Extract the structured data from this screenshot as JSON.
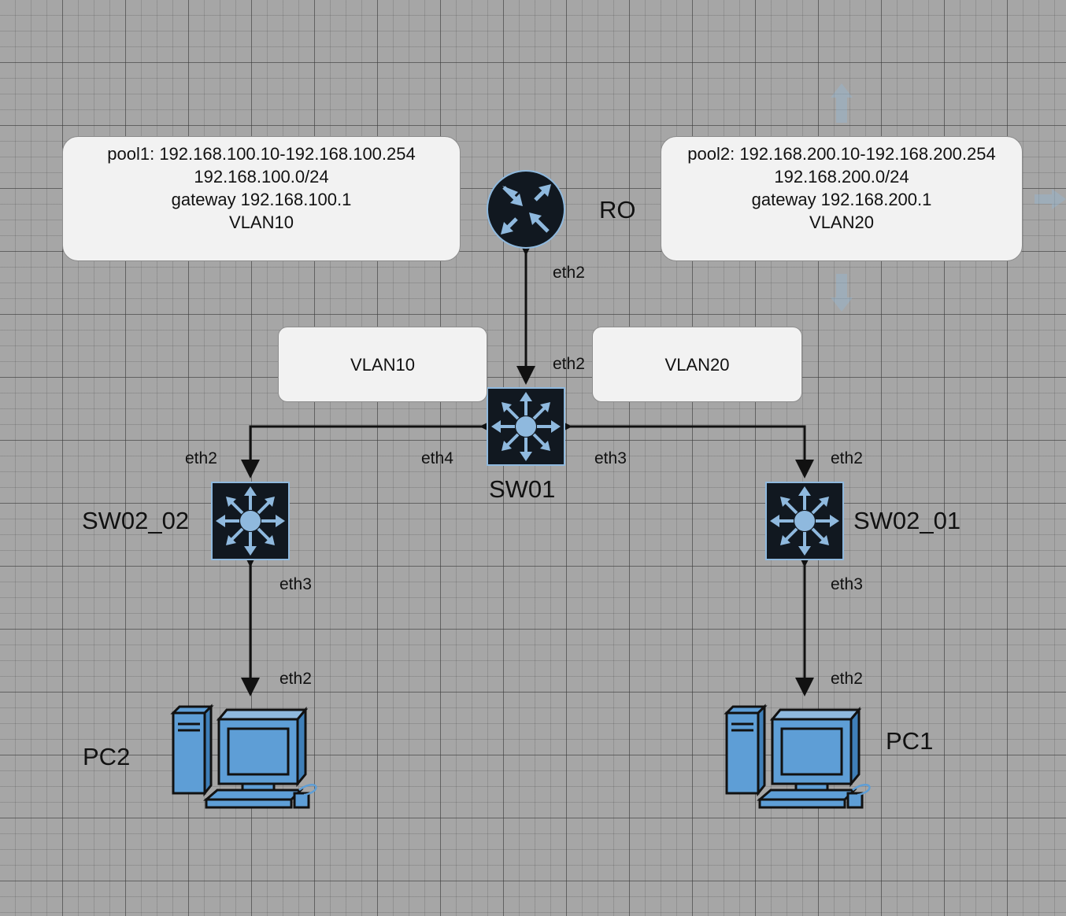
{
  "pool_boxes": {
    "left": {
      "line1": "pool1: 192.168.100.10-192.168.100.254",
      "line2": "192.168.100.0/24",
      "line3": "gateway 192.168.100.1",
      "line4": "VLAN10"
    },
    "right": {
      "line1": "pool2: 192.168.200.10-192.168.200.254",
      "line2": "192.168.200.0/24",
      "line3": "gateway 192.168.200.1",
      "line4": "VLAN20"
    }
  },
  "vlan_boxes": {
    "left": "VLAN10",
    "right": "VLAN20"
  },
  "devices": {
    "router": "RO",
    "core_switch": "SW01",
    "access_switch_left": "SW02_02",
    "access_switch_right": "SW02_01",
    "pc_left": "PC2",
    "pc_right": "PC1"
  },
  "ports": {
    "ro_down": "eth2",
    "sw01_up": "eth2",
    "sw01_left": "eth4",
    "sw01_right": "eth3",
    "sw0202_up": "eth2",
    "sw0202_down": "eth3",
    "pc2_up": "eth2",
    "sw0201_up": "eth2",
    "sw0201_down": "eth3",
    "pc1_up": "eth2"
  },
  "colors": {
    "device_fill": "#111820",
    "device_accent": "#8fb9de",
    "pc_fill": "#5e9ed6",
    "link": "#111111",
    "box_fill": "#f2f2f2"
  }
}
